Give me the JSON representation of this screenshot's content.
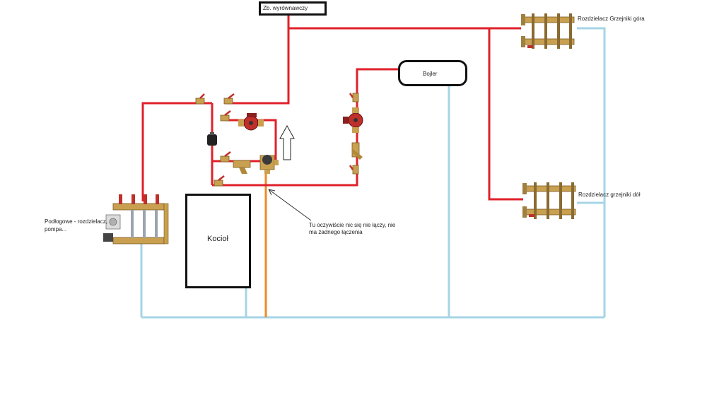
{
  "labels": {
    "expansion_tank": "Zb. wyrównawczy",
    "boiler": "Kocioł",
    "hot_water_tank": "Bojler",
    "radiators_upper": "Rozdzielacz Grzejniki góra",
    "radiators_lower": "Rozdzielacz grzejniki dół",
    "floor_heating_line1": "Podłogowe - rozdzielacz,",
    "floor_heating_line2": "pompa...",
    "note_line1": "Tu oczywiście nic się nie łączy, nie",
    "note_line2": "ma żadnego łączenia"
  },
  "colors": {
    "supply_pipe": "#e0202a",
    "return_pipe": "#a6d4e6",
    "orange_pipe": "#f08a24",
    "brass": "#c8a050",
    "pump_red": "#c0302a"
  }
}
